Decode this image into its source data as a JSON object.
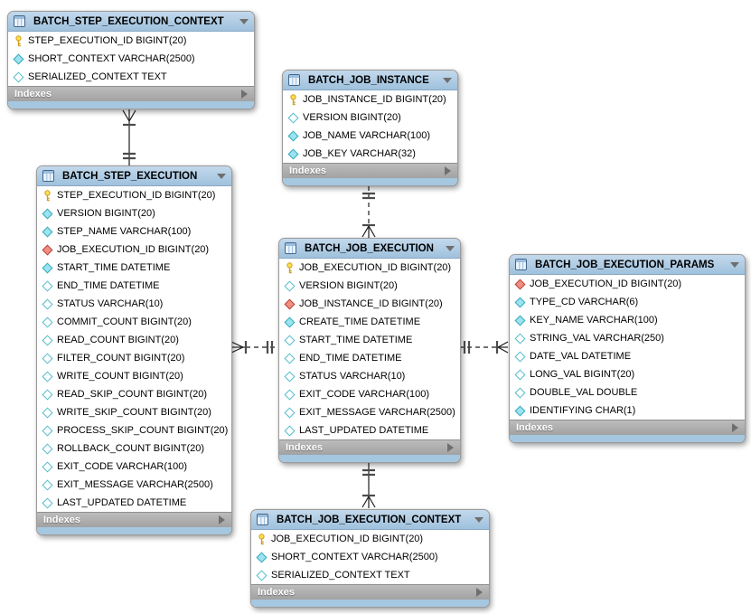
{
  "diagram": {
    "colors": {
      "header_blue": "#aac9e3",
      "strip_blue": "#a5c7e0",
      "footer_gray": "#b0b0b0",
      "key_yellow": "#ffe04d",
      "diamond_filled": "#9be3ef",
      "diamond_border": "#31a7bd",
      "fk_red": "#f08e84"
    },
    "tables": [
      {
        "name": "BATCH_STEP_EXECUTION_CONTEXT",
        "footer": "Indexes",
        "columns": [
          {
            "icon": "key-icon",
            "label": "STEP_EXECUTION_ID BIGINT(20)"
          },
          {
            "icon": "diamond-filled-icon",
            "label": "SHORT_CONTEXT VARCHAR(2500)"
          },
          {
            "icon": "diamond-open-icon",
            "label": "SERIALIZED_CONTEXT TEXT"
          }
        ]
      },
      {
        "name": "BATCH_JOB_INSTANCE",
        "footer": "Indexes",
        "columns": [
          {
            "icon": "key-icon",
            "label": "JOB_INSTANCE_ID BIGINT(20)"
          },
          {
            "icon": "diamond-open-icon",
            "label": "VERSION BIGINT(20)"
          },
          {
            "icon": "diamond-filled-icon",
            "label": "JOB_NAME VARCHAR(100)"
          },
          {
            "icon": "diamond-filled-icon",
            "label": "JOB_KEY VARCHAR(32)"
          }
        ]
      },
      {
        "name": "BATCH_STEP_EXECUTION",
        "footer": "Indexes",
        "columns": [
          {
            "icon": "key-icon",
            "label": "STEP_EXECUTION_ID BIGINT(20)"
          },
          {
            "icon": "diamond-filled-icon",
            "label": "VERSION BIGINT(20)"
          },
          {
            "icon": "diamond-filled-icon",
            "label": "STEP_NAME VARCHAR(100)"
          },
          {
            "icon": "fk-diamond-icon",
            "label": "JOB_EXECUTION_ID BIGINT(20)"
          },
          {
            "icon": "diamond-filled-icon",
            "label": "START_TIME DATETIME"
          },
          {
            "icon": "diamond-open-icon",
            "label": "END_TIME DATETIME"
          },
          {
            "icon": "diamond-open-icon",
            "label": "STATUS VARCHAR(10)"
          },
          {
            "icon": "diamond-open-icon",
            "label": "COMMIT_COUNT BIGINT(20)"
          },
          {
            "icon": "diamond-open-icon",
            "label": "READ_COUNT BIGINT(20)"
          },
          {
            "icon": "diamond-open-icon",
            "label": "FILTER_COUNT BIGINT(20)"
          },
          {
            "icon": "diamond-open-icon",
            "label": "WRITE_COUNT BIGINT(20)"
          },
          {
            "icon": "diamond-open-icon",
            "label": "READ_SKIP_COUNT BIGINT(20)"
          },
          {
            "icon": "diamond-open-icon",
            "label": "WRITE_SKIP_COUNT BIGINT(20)"
          },
          {
            "icon": "diamond-open-icon",
            "label": "PROCESS_SKIP_COUNT BIGINT(20)"
          },
          {
            "icon": "diamond-open-icon",
            "label": "ROLLBACK_COUNT BIGINT(20)"
          },
          {
            "icon": "diamond-open-icon",
            "label": "EXIT_CODE VARCHAR(100)"
          },
          {
            "icon": "diamond-open-icon",
            "label": "EXIT_MESSAGE VARCHAR(2500)"
          },
          {
            "icon": "diamond-open-icon",
            "label": "LAST_UPDATED DATETIME"
          }
        ]
      },
      {
        "name": "BATCH_JOB_EXECUTION",
        "footer": "Indexes",
        "columns": [
          {
            "icon": "key-icon",
            "label": "JOB_EXECUTION_ID BIGINT(20)"
          },
          {
            "icon": "diamond-open-icon",
            "label": "VERSION BIGINT(20)"
          },
          {
            "icon": "fk-diamond-icon",
            "label": "JOB_INSTANCE_ID BIGINT(20)"
          },
          {
            "icon": "diamond-filled-icon",
            "label": "CREATE_TIME DATETIME"
          },
          {
            "icon": "diamond-open-icon",
            "label": "START_TIME DATETIME"
          },
          {
            "icon": "diamond-open-icon",
            "label": "END_TIME DATETIME"
          },
          {
            "icon": "diamond-open-icon",
            "label": "STATUS VARCHAR(10)"
          },
          {
            "icon": "diamond-open-icon",
            "label": "EXIT_CODE VARCHAR(100)"
          },
          {
            "icon": "diamond-open-icon",
            "label": "EXIT_MESSAGE VARCHAR(2500)"
          },
          {
            "icon": "diamond-open-icon",
            "label": "LAST_UPDATED DATETIME"
          }
        ]
      },
      {
        "name": "BATCH_JOB_EXECUTION_PARAMS",
        "footer": "Indexes",
        "columns": [
          {
            "icon": "fk-diamond-icon",
            "label": "JOB_EXECUTION_ID BIGINT(20)"
          },
          {
            "icon": "diamond-filled-icon",
            "label": "TYPE_CD VARCHAR(6)"
          },
          {
            "icon": "diamond-filled-icon",
            "label": "KEY_NAME VARCHAR(100)"
          },
          {
            "icon": "diamond-open-icon",
            "label": "STRING_VAL VARCHAR(250)"
          },
          {
            "icon": "diamond-open-icon",
            "label": "DATE_VAL DATETIME"
          },
          {
            "icon": "diamond-open-icon",
            "label": "LONG_VAL BIGINT(20)"
          },
          {
            "icon": "diamond-open-icon",
            "label": "DOUBLE_VAL DOUBLE"
          },
          {
            "icon": "diamond-filled-icon",
            "label": "IDENTIFYING CHAR(1)"
          }
        ]
      },
      {
        "name": "BATCH_JOB_EXECUTION_CONTEXT",
        "footer": "Indexes",
        "columns": [
          {
            "icon": "key-icon",
            "label": "JOB_EXECUTION_ID BIGINT(20)"
          },
          {
            "icon": "diamond-filled-icon",
            "label": "SHORT_CONTEXT VARCHAR(2500)"
          },
          {
            "icon": "diamond-open-icon",
            "label": "SERIALIZED_CONTEXT TEXT"
          }
        ]
      }
    ],
    "relationships": [
      {
        "from_table": "BATCH_STEP_EXECUTION_CONTEXT",
        "to_table": "BATCH_STEP_EXECUTION",
        "line": "solid",
        "from_end": "many",
        "to_end": "one"
      },
      {
        "from_table": "BATCH_JOB_INSTANCE",
        "to_table": "BATCH_JOB_EXECUTION",
        "line": "dashed",
        "from_end": "one",
        "to_end": "many"
      },
      {
        "from_table": "BATCH_STEP_EXECUTION",
        "to_table": "BATCH_JOB_EXECUTION",
        "line": "dashed",
        "from_end": "many",
        "to_end": "one"
      },
      {
        "from_table": "BATCH_JOB_EXECUTION",
        "to_table": "BATCH_JOB_EXECUTION_PARAMS",
        "line": "dashed",
        "from_end": "one",
        "to_end": "many"
      },
      {
        "from_table": "BATCH_JOB_EXECUTION",
        "to_table": "BATCH_JOB_EXECUTION_CONTEXT",
        "line": "solid",
        "from_end": "one",
        "to_end": "many"
      }
    ]
  }
}
